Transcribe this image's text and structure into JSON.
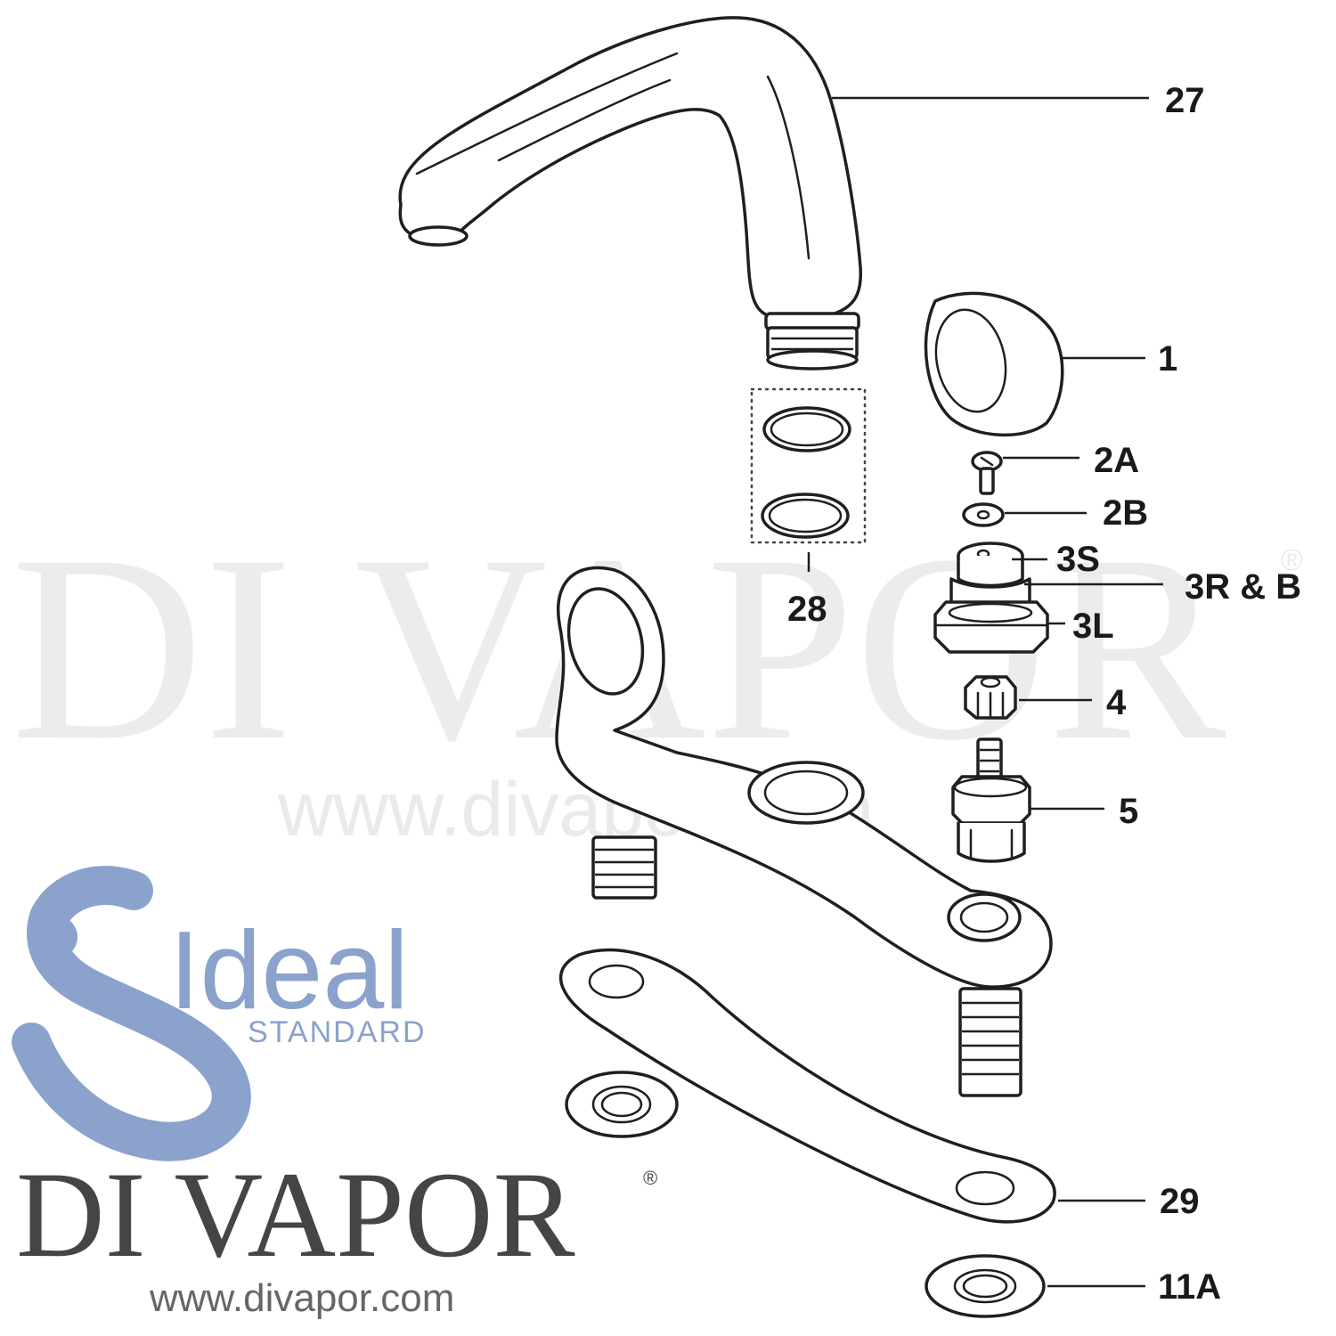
{
  "watermark": {
    "brand": "DI VAPOR",
    "registered": "®",
    "url": "www.divapor.com"
  },
  "logo": {
    "ideal_word": "Ideal",
    "standard_word": "STANDARD",
    "color": "#8aa2cc"
  },
  "footer_brand": {
    "name": "DI VAPOR",
    "registered": "®",
    "url": "www.divapor.com"
  },
  "parts": [
    {
      "id": "spout",
      "label": "27"
    },
    {
      "id": "handle-cap",
      "label": "1"
    },
    {
      "id": "screw",
      "label": "2A"
    },
    {
      "id": "washer",
      "label": "2B"
    },
    {
      "id": "cartridge-top",
      "label": "3S"
    },
    {
      "id": "cartridge-body",
      "label": "3R & B"
    },
    {
      "id": "cartridge-nut",
      "label": "3L"
    },
    {
      "id": "spline-adapter",
      "label": "4"
    },
    {
      "id": "valve",
      "label": "5"
    },
    {
      "id": "o-rings",
      "label": "28"
    },
    {
      "id": "base-gasket",
      "label": "29"
    },
    {
      "id": "backnut-washer",
      "label": "11A"
    }
  ]
}
